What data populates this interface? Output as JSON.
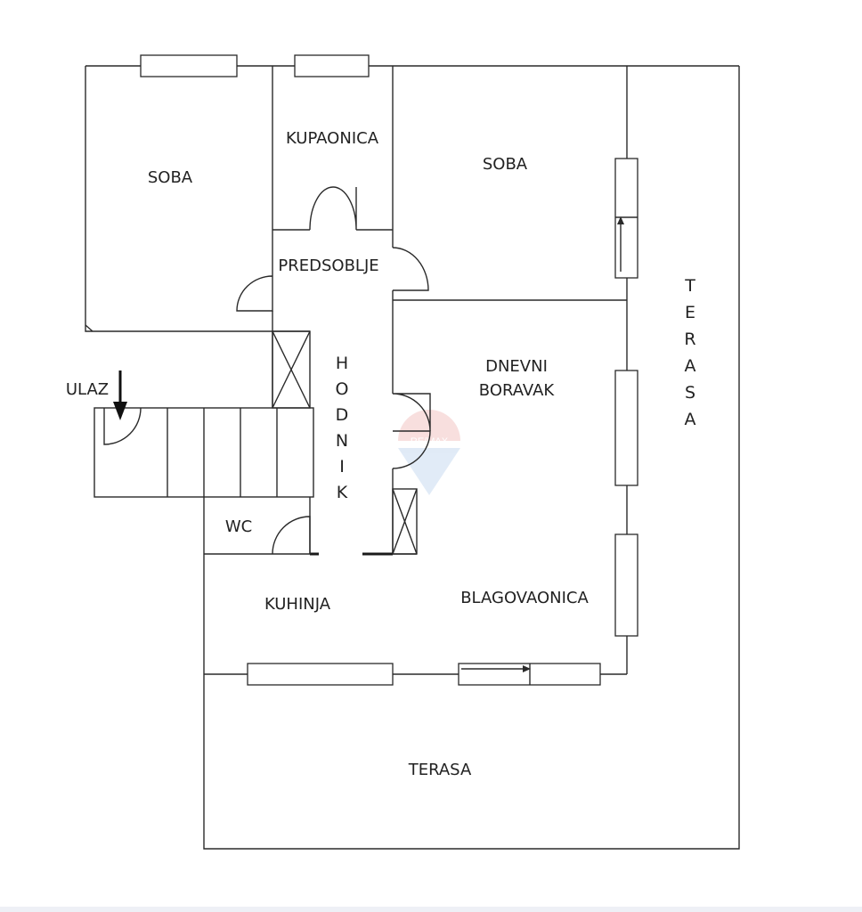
{
  "rooms": {
    "soba_left": "SOBA",
    "kupaonica": "KUPAONICA",
    "soba_right": "SOBA",
    "predsoblje": "PREDSOBLJE",
    "hodnik": "HODNIK",
    "ulaz": "ULAZ",
    "dnevni_line1": "DNEVNI",
    "dnevni_line2": "BORAVAK",
    "wc": "WC",
    "kuhinja": "KUHINJA",
    "blagovaonica": "BLAGOVAONICA",
    "terasa_side": "TERASA",
    "terasa_bottom": "TERASA"
  },
  "watermark": "RE/MAX",
  "colors": {
    "line": "#2a2a2a",
    "watermark_red": "#d9534f",
    "watermark_blue": "#5b8fd1"
  }
}
